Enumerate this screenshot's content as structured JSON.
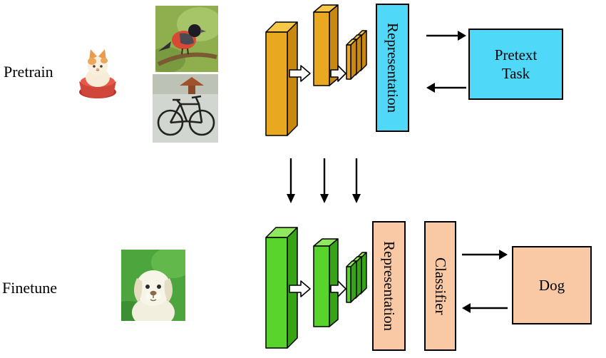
{
  "figure": {
    "pretrain": {
      "row_label": "Pretrain",
      "input_images": [
        "cat",
        "bird",
        "bicycle"
      ],
      "representation_label": "Representation",
      "pretext_task_label": "Pretext Task",
      "box_fill": "#4fd8f7",
      "encoder_fill": "#e8a820"
    },
    "finetune": {
      "row_label": "Finetune",
      "input_images": [
        "dog"
      ],
      "representation_label": "Representation",
      "classifier_label": "Classifier",
      "output_label": "Dog",
      "box_fill": "#f8c9a4",
      "encoder_fill": "#58d42c"
    }
  }
}
